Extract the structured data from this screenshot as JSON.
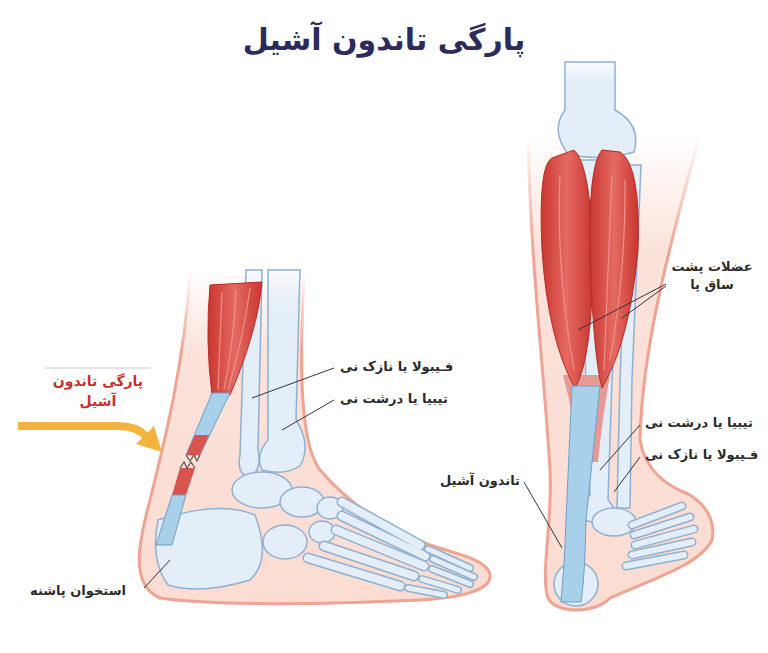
{
  "diagram": {
    "title": "پارگی تاندون آشیل",
    "labels": [
      "پارگی تاندون آشیل",
      "فـیبولا یا نازک نی",
      "تیبیا یا درشت نی",
      "استخوان پاشنه",
      "عضلات پشت ساق پا",
      "تیبیا یا درشت نی",
      "فـیبولا یا نازک نی",
      "تاندون آشیل"
    ]
  }
}
